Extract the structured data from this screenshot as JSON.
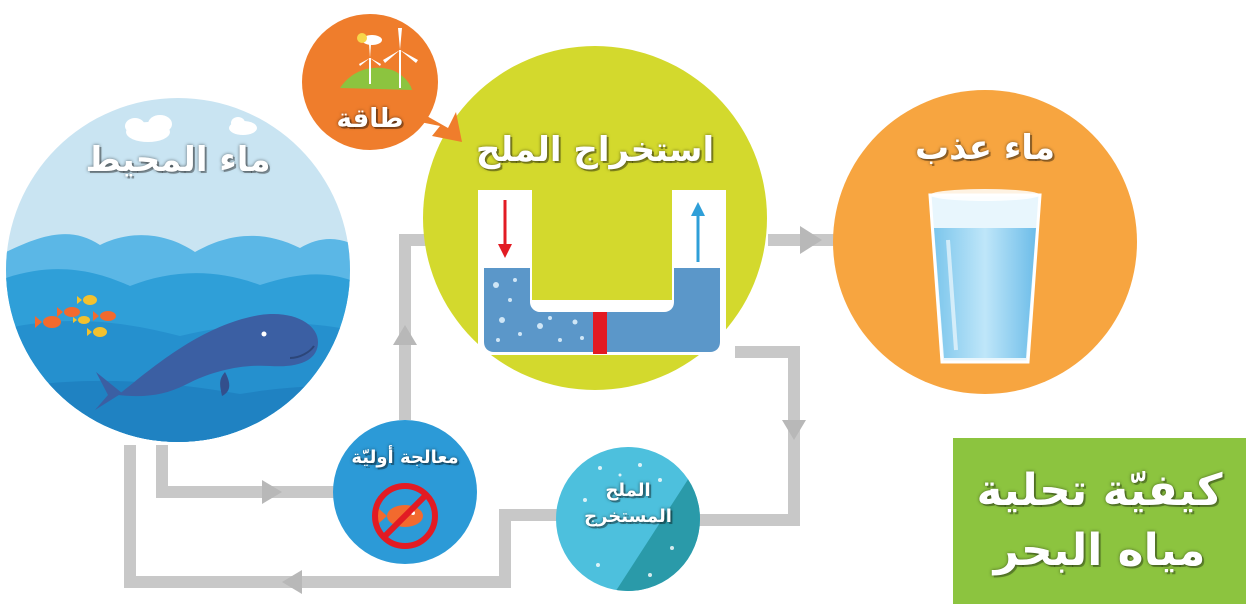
{
  "labels": {
    "ocean": "ماء المحيط",
    "desalination": "استخراج الملح",
    "fresh_water": "ماء عذب",
    "energy": "طاقة",
    "pretreatment": "معالجة أوليّة",
    "salt_line1": "الملح",
    "salt_line2": "المستخرج"
  },
  "title": {
    "line1": "كيفيّة تحلية",
    "line2": "مياه البحر"
  },
  "colors": {
    "ocean_sky": "#c9e4f2",
    "ocean_water": "#2f9fd8",
    "desalination_circle": "#d3d92d",
    "fresh_water_circle": "#f7a540",
    "energy_circle": "#ef7d2c",
    "pretreatment_circle": "#2c9ad7",
    "salt_circle": "#4dc0dd",
    "title_box": "#8cc43f",
    "pipe": "#c8c8c8",
    "membrane": "#e21b23",
    "inflow_arrow": "#e21b23",
    "outflow_arrow": "#2f9fd8"
  },
  "icons": [
    "whale-icon",
    "fish-icon",
    "wind-turbine-icon",
    "water-glass-icon",
    "no-fish-icon",
    "bubbles-icon",
    "cloud-icon"
  ]
}
